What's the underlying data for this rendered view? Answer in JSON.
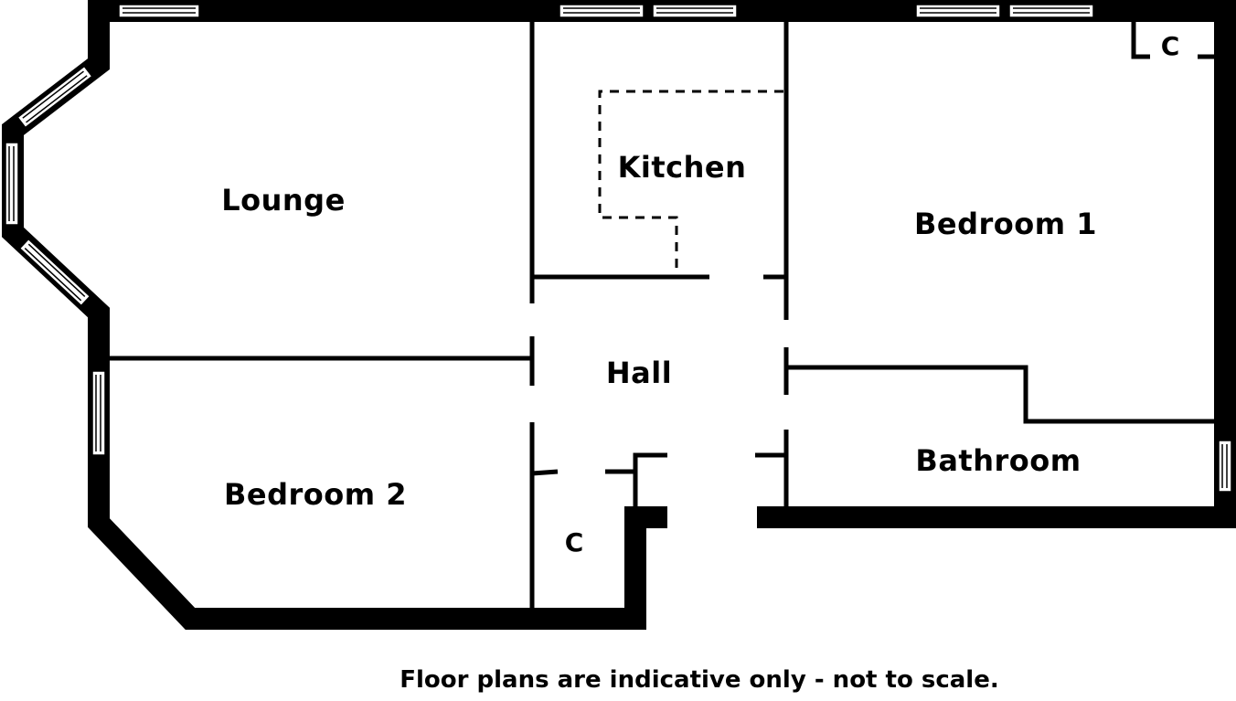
{
  "colors": {
    "wall": "#000000",
    "background": "#ffffff",
    "window_fill": "#ffffff"
  },
  "rooms": {
    "lounge": "Lounge",
    "kitchen": "Kitchen",
    "bedroom1": "Bedroom 1",
    "bedroom2": "Bedroom 2",
    "hall": "Hall",
    "bathroom": "Bathroom",
    "closet_top": "C",
    "closet_hall": "C"
  },
  "disclaimer": "Floor plans are indicative only - not to scale."
}
